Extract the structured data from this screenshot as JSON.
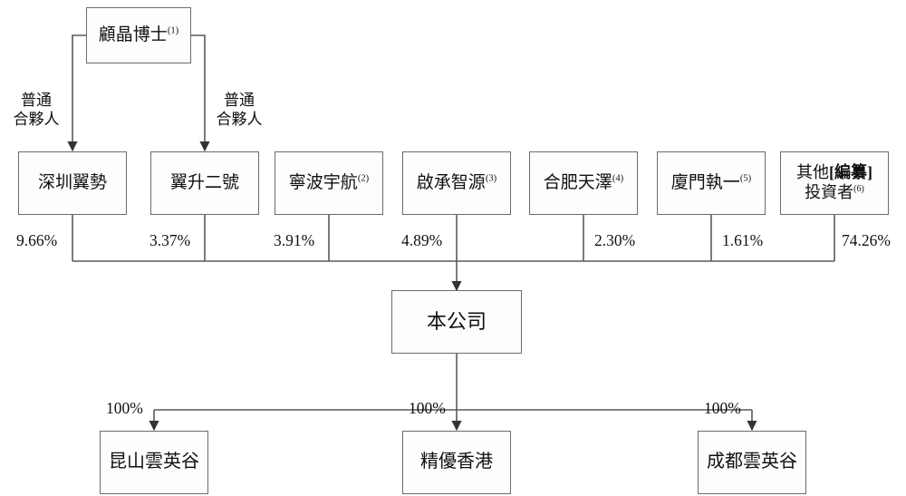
{
  "diagram": {
    "type": "org-ownership-chart",
    "language": "zh-Hant",
    "line_color": "#5a5a5a",
    "box_border_color": "#6b6b6b",
    "box_fill_color": "#fdfdfb",
    "text_color": "#111111"
  },
  "person": {
    "name": "顧晶博士",
    "footnote": "(1)"
  },
  "partner_labels": {
    "left_line1": "普通",
    "left_line2": "合夥人",
    "right_line1": "普通",
    "right_line2": "合夥人"
  },
  "shareholders": [
    {
      "name": "深圳翼勢",
      "footnote": "",
      "percent": "9.66%",
      "bracket": ""
    },
    {
      "name": "翼升二號",
      "footnote": "",
      "percent": "3.37%",
      "bracket": ""
    },
    {
      "name": "寧波宇航",
      "footnote": "(2)",
      "percent": "3.91%",
      "bracket": ""
    },
    {
      "name": "啟承智源",
      "footnote": "(3)",
      "percent": "4.89%",
      "bracket": ""
    },
    {
      "name": "合肥天澤",
      "footnote": "(4)",
      "percent": "2.30%",
      "bracket": ""
    },
    {
      "name": "廈門執一",
      "footnote": "(5)",
      "percent": "1.61%",
      "bracket": ""
    },
    {
      "name": "其他",
      "footnote": "(6)",
      "percent": "74.26%",
      "bracket": "[編纂]",
      "name_line2": "投資者"
    }
  ],
  "company": {
    "name": "本公司"
  },
  "subsidiaries": [
    {
      "name": "昆山雲英谷",
      "percent": "100%"
    },
    {
      "name": "精優香港",
      "percent": "100%"
    },
    {
      "name": "成都雲英谷",
      "percent": "100%"
    }
  ],
  "chart_data": {
    "type": "diagram",
    "title": "",
    "nodes": [
      {
        "id": "person",
        "label": "顧晶博士(1)",
        "level": 0
      },
      {
        "id": "sh1",
        "label": "深圳翼勢",
        "level": 1
      },
      {
        "id": "sh2",
        "label": "翼升二號",
        "level": 1
      },
      {
        "id": "sh3",
        "label": "寧波宇航(2)",
        "level": 1
      },
      {
        "id": "sh4",
        "label": "啟承智源(3)",
        "level": 1
      },
      {
        "id": "sh5",
        "label": "合肥天澤(4)",
        "level": 1
      },
      {
        "id": "sh6",
        "label": "廈門執一(5)",
        "level": 1
      },
      {
        "id": "sh7",
        "label": "其他[編纂]投資者(6)",
        "level": 1
      },
      {
        "id": "company",
        "label": "本公司",
        "level": 2
      },
      {
        "id": "sub1",
        "label": "昆山雲英谷",
        "level": 3
      },
      {
        "id": "sub2",
        "label": "精優香港",
        "level": 3
      },
      {
        "id": "sub3",
        "label": "成都雲英谷",
        "level": 3
      }
    ],
    "edges": [
      {
        "from": "person",
        "to": "sh1",
        "label": "普通合夥人"
      },
      {
        "from": "person",
        "to": "sh2",
        "label": "普通合夥人"
      },
      {
        "from": "sh1",
        "to": "company",
        "label": "9.66%"
      },
      {
        "from": "sh2",
        "to": "company",
        "label": "3.37%"
      },
      {
        "from": "sh3",
        "to": "company",
        "label": "3.91%"
      },
      {
        "from": "sh4",
        "to": "company",
        "label": "4.89%"
      },
      {
        "from": "sh5",
        "to": "company",
        "label": "2.30%"
      },
      {
        "from": "sh6",
        "to": "company",
        "label": "1.61%"
      },
      {
        "from": "sh7",
        "to": "company",
        "label": "74.26%"
      },
      {
        "from": "company",
        "to": "sub1",
        "label": "100%"
      },
      {
        "from": "company",
        "to": "sub2",
        "label": "100%"
      },
      {
        "from": "company",
        "to": "sub3",
        "label": "100%"
      }
    ]
  }
}
